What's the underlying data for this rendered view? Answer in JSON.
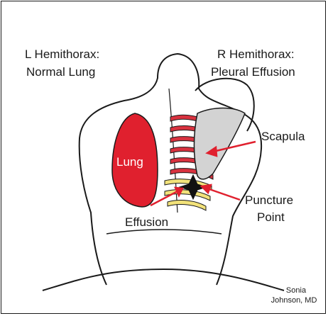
{
  "labels": {
    "left_title": "L Hemithorax:",
    "left_subtitle": "Normal Lung",
    "right_title": "R Hemithorax:",
    "right_subtitle": "Pleural Effusion",
    "lung": "Lung",
    "scapula": "Scapula",
    "puncture_line1": "Puncture",
    "puncture_line2": "Point",
    "effusion": "Effusion"
  },
  "credit": {
    "line1": "Sonia",
    "line2": "Johnson, MD"
  },
  "colors": {
    "lung": "#e0202e",
    "ribs": "#d8323f",
    "effusion": "#f2e27a",
    "scapula": "#d3d3d3",
    "arrow": "#e0202e",
    "outline": "#1a1a1a"
  }
}
